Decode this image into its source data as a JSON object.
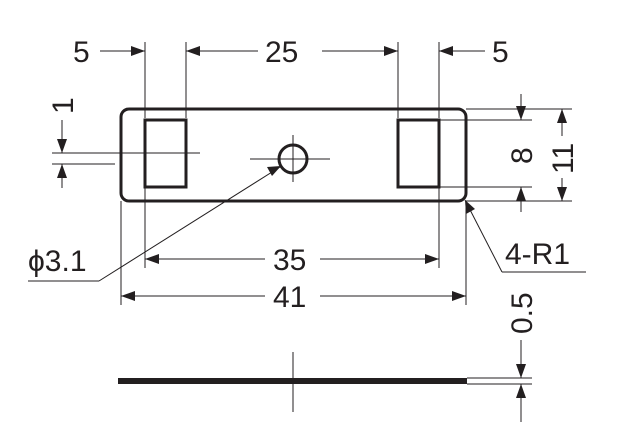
{
  "drawing": {
    "labels": {
      "top_left_gap": "5",
      "top_center_span": "25",
      "top_right_gap": "5",
      "left_offset": "1",
      "right_inner_height": "8",
      "right_total_height": "11",
      "hole_diameter": "ϕ3.1",
      "bottom_inner_span": "35",
      "corner_radius": "4-R1",
      "bottom_overall_width": "41",
      "side_thickness": "0.5"
    }
  }
}
